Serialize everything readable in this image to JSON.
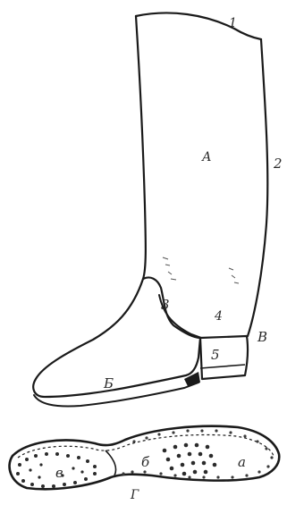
{
  "diagram": {
    "ink_color": "#1a1a1a",
    "dot_color": "#2b2b2b",
    "labels": {
      "n1": "1",
      "n2": "2",
      "n3": "3",
      "n4": "4",
      "n5": "5",
      "A": "А",
      "B": "Б",
      "V": "В",
      "G": "Г",
      "a": "а",
      "b": "б",
      "v": "в"
    }
  }
}
